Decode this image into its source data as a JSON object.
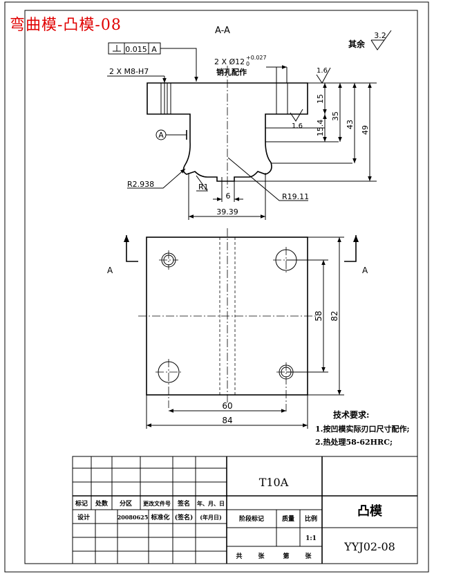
{
  "caption": "弯曲模-凸模-08",
  "section": {
    "title": "A-A",
    "tolerance": "0.015",
    "datum": "A",
    "datum_marker": "A",
    "thread": "2 X M8-H7",
    "pin_hole": "2 X Ø12",
    "pin_hole_tol": "+0.027",
    "pin_hole_tol_lower": "0",
    "pin_hole_note": "销孔配作",
    "roughness_remaining_label": "其余",
    "roughness_remaining": "3.2",
    "roughness_top": "1.6",
    "roughness_inner": "1.6",
    "dim_15": "15",
    "dim_15_4": "15.4",
    "dim_35": "35",
    "dim_43": "43",
    "dim_49": "49",
    "r_left": "R2.938",
    "r_small": "R1",
    "r_right": "R19.11",
    "dim_6": "6",
    "dim_39_39": "39.39"
  },
  "plan": {
    "view_left": "A",
    "view_right": "A",
    "dim_58": "58",
    "dim_82": "82",
    "dim_60": "60",
    "dim_84": "84"
  },
  "notes": {
    "title": "技术要求:",
    "items": [
      "1.按凹模实际刃口尺寸配作;",
      "2.热处理58-62HRC;"
    ]
  },
  "title_block": {
    "material": "T10A",
    "part_name": "凸模",
    "drawing_no": "YYJ02-08",
    "scale": "1:1",
    "h_mark": "标记",
    "h_count": "处数",
    "h_zone": "分区",
    "h_docno": "更改文件号",
    "h_sign": "签名",
    "h_date": "年、月、日",
    "r_design": "设计",
    "r_date_val": "20080625",
    "r_std": "标准化",
    "r_sign2": "(签名)",
    "r_date2": "(年月日)",
    "h_stage": "阶段标记",
    "h_weight": "质量",
    "h_scale": "比例",
    "sheets_total": "共",
    "sheets_unit": "张",
    "sheet_no": "第",
    "sheet_unit": "张"
  }
}
